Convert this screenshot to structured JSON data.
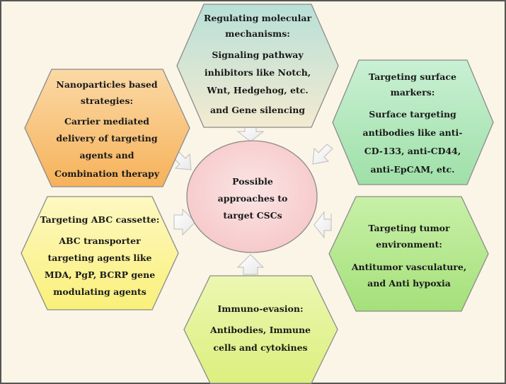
{
  "center": {
    "line1": "Possible",
    "line2": "approaches to",
    "line3": "target CSCs",
    "color": "#f6c7c8"
  },
  "hexagons": {
    "molecular": {
      "title1": "Regulating molecular",
      "title2": "mechanisms:",
      "line1": "Signaling pathway",
      "line2": "inhibitors like Notch,",
      "line3": "Wnt, Hedgehog, etc.",
      "line4": "and Gene silencing",
      "color": "#b8e0d8"
    },
    "surface": {
      "title1": "Targeting surface",
      "title2": "markers:",
      "line1": "Surface targeting",
      "line2": "antibodies like anti-",
      "line3": "CD-133, anti-CD44,",
      "line4": "anti-EpCAM, etc.",
      "color": "#9fe0a8"
    },
    "tumor": {
      "title1": "Targeting tumor",
      "title2": "environment:",
      "line1": "Antitumor vasculature,",
      "line2": "and Anti hypoxia",
      "color": "#a5e07a"
    },
    "immuno": {
      "title1": "Immuno-evasion:",
      "line1": "Antibodies, Immune",
      "line2": "cells and cytokines",
      "color": "#dcef7e"
    },
    "abc": {
      "title1": "Targeting ABC cassette:",
      "line1": "ABC transporter",
      "line2": "targeting agents like",
      "line3": "MDA, PgP, BCRP gene",
      "line4": "modulating agents",
      "color": "#faf07a"
    },
    "nano": {
      "title1": "Nanoparticles based",
      "title2": "strategies:",
      "line1": "Carrier mediated",
      "line2": "delivery of targeting",
      "line3": "agents and",
      "line4": "Combination therapy",
      "color": "#f6b25a"
    }
  },
  "arrow_color": "#e8e8e8"
}
